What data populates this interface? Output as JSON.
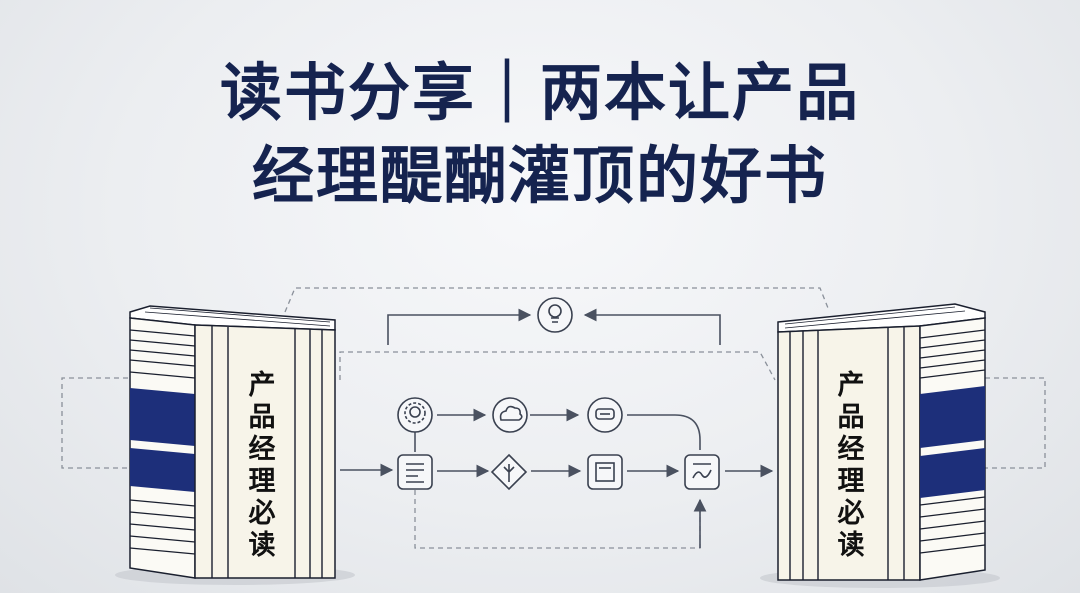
{
  "title": {
    "line1": "读书分享｜两本让产品",
    "line2": "经理醍醐灌顶的好书"
  },
  "books": {
    "left": {
      "spine": [
        "产",
        "品",
        "经",
        "理",
        "必",
        "读"
      ]
    },
    "right": {
      "spine": [
        "产",
        "品",
        "经",
        "理",
        "必",
        "读"
      ]
    }
  },
  "colors": {
    "navy": "#15234f",
    "line": "#4a5160",
    "dash": "#8a909a"
  },
  "flow": {
    "top_node": "lightbulb-icon",
    "row1": [
      "gear-person-icon",
      "cloud-icon",
      "feedback-icon"
    ],
    "row2": [
      "document-icon",
      "leaf-icon",
      "window-icon",
      "chart-icon"
    ]
  }
}
